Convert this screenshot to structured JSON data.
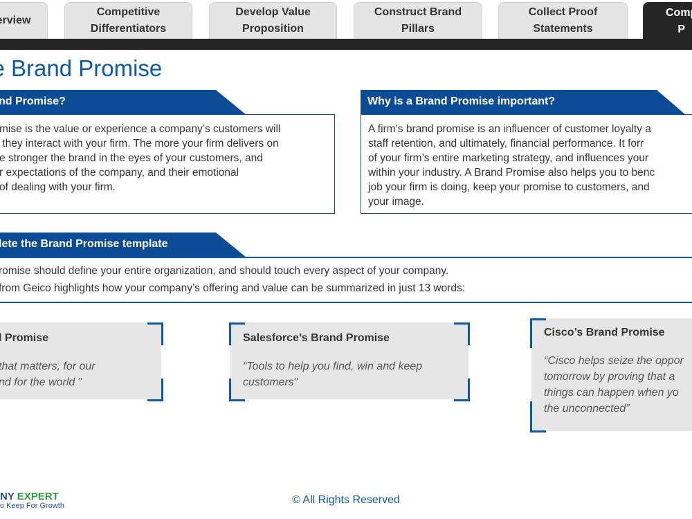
{
  "tabs": [
    {
      "label": "erview",
      "active": false
    },
    {
      "label": "Competitive\nDifferentiators",
      "active": false
    },
    {
      "label": "Develop Value\nProposition",
      "active": false
    },
    {
      "label": "Construct Brand\nPillars",
      "active": false
    },
    {
      "label": "Collect Proof\nStatements",
      "active": false
    },
    {
      "label": "Comp\nP",
      "active": true
    }
  ],
  "page_title": "se Brand Promise",
  "sections": {
    "what": {
      "heading": "nd Promise?",
      "lines": [
        "mise is the value or experience a company’s customers will",
        " they interact with your firm. The more your firm delivers on",
        "e stronger the brand in the eyes of your customers, and",
        "r expectations of the company, and their emotional",
        "of dealing with your firm."
      ]
    },
    "why": {
      "heading": "Why is a Brand Promise important?",
      "lines": [
        "A firm’s brand promise is an influencer of customer loyalty a",
        "staff retention, and ultimately, financial performance. It forr",
        "of your firm’s entire marketing strategy, and influences your",
        "within your industry. A Brand Promise also helps you to benc",
        "job your firm is doing, keep your promise to customers, and",
        "your image."
      ]
    },
    "template": {
      "heading": "lete the Brand Promise template",
      "lines": [
        "romise should define your entire organization, and should touch every aspect of your company.",
        "from Geico highlights how your company’s offering and value can be summarized in just 13 words:"
      ]
    }
  },
  "examples": [
    {
      "title": "l Promise",
      "quote": "that matters, for our\nnd for the world ”"
    },
    {
      "title": "Salesforce’s Brand Promise",
      "quote": "“Tools to help you find, win and keep\ncustomers”"
    },
    {
      "title": "Cisco’s Brand Promise",
      "quote": "“Cisco helps seize the oppor\ntomorrow by proving that a\nthings can happen when yo\nthe unconnected”"
    }
  ],
  "footer": {
    "copyright": "© All Rights Reserved"
  },
  "logo": {
    "line1_a": "NY ",
    "line1_b": "EXPERT",
    "line2": "o Keep For Growth"
  },
  "colors": {
    "accent": "#0c5aa6",
    "banner": "#0c4c96",
    "active_tab": "#262626",
    "card_bg": "#e6e6e6"
  }
}
